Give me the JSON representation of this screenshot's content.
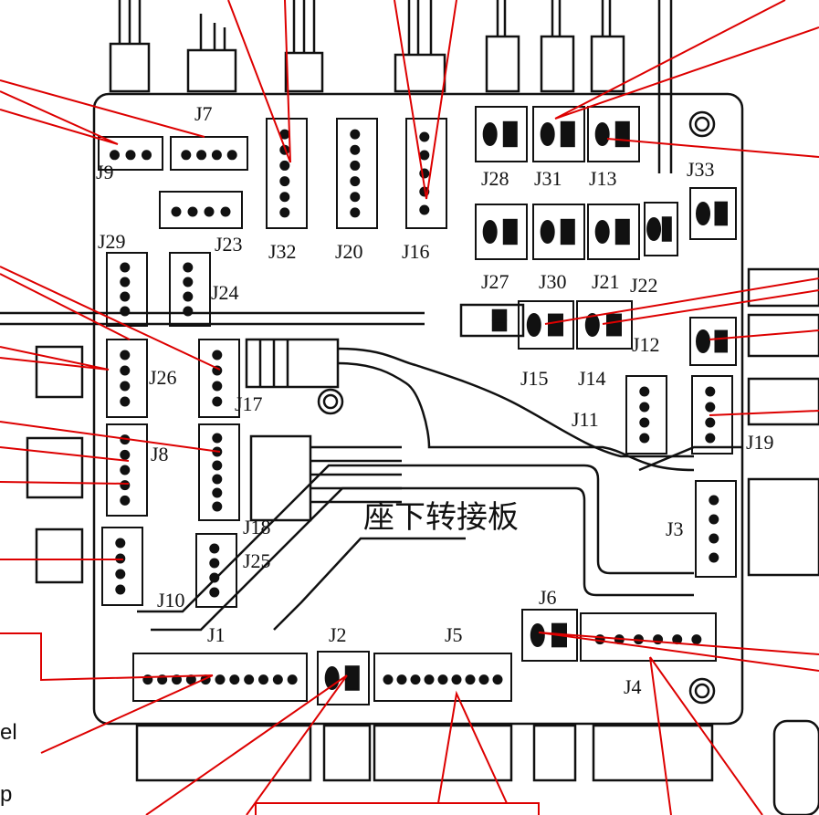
{
  "board": {
    "title": "座下转接板",
    "connectors": {
      "J7": "J7",
      "J9": "J9",
      "J32": "J32",
      "J20": "J20",
      "J16": "J16",
      "J23": "J23",
      "J28": "J28",
      "J31": "J31",
      "J13": "J13",
      "J33": "J33",
      "J27": "J27",
      "J30": "J30",
      "J21": "J21",
      "J22": "J22",
      "J29": "J29",
      "J24": "J24",
      "J26": "J26",
      "J17": "J17",
      "J15": "J15",
      "J14": "J14",
      "J12": "J12",
      "J11": "J11",
      "J19": "J19",
      "J8": "J8",
      "J18": "J18",
      "J3": "J3",
      "J10": "J10",
      "J25": "J25",
      "J1": "J1",
      "J2": "J2",
      "J5": "J5",
      "J6": "J6",
      "J4": "J4"
    }
  },
  "edge_text": {
    "left_el": "el",
    "left_p": "p"
  },
  "colors": {
    "callout_line": "#dd0000",
    "board_line": "#111111",
    "background": "#ffffff"
  }
}
